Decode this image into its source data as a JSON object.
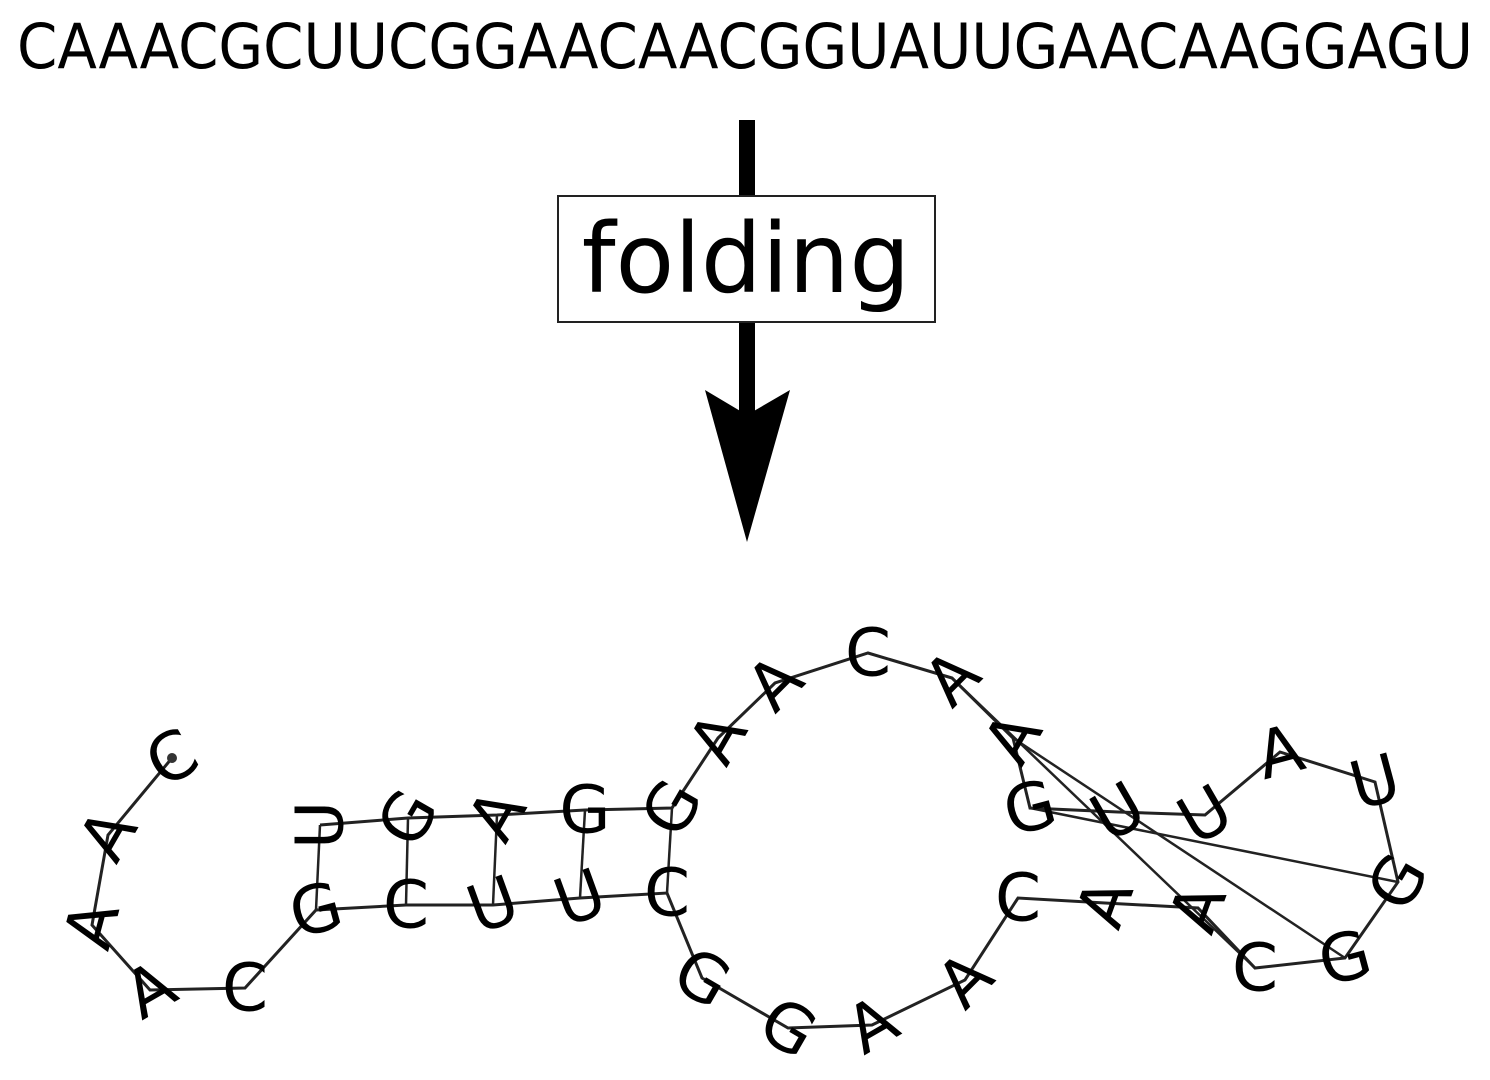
{
  "sequence": "CAAACGCUUCGGAACAACGGUAUUGAACAAGGAGU",
  "process_label": "folding",
  "structure": {
    "nucleotides": [
      "C",
      "A",
      "A",
      "A",
      "C",
      "G",
      "C",
      "U",
      "U",
      "C",
      "G",
      "G",
      "A",
      "A",
      "C",
      "A",
      "A",
      "C",
      "G",
      "G",
      "U",
      "A",
      "U",
      "U",
      "G",
      "A",
      "A",
      "C",
      "A",
      "A",
      "G",
      "G",
      "A",
      "G",
      "U"
    ],
    "base_pairs": [
      [
        5,
        34
      ],
      [
        6,
        33
      ],
      [
        7,
        32
      ],
      [
        8,
        31
      ],
      [
        9,
        30
      ],
      [
        17,
        26
      ],
      [
        18,
        25
      ],
      [
        19,
        24
      ]
    ]
  },
  "colors": {
    "ink": "#000000",
    "line": "#222222",
    "background": "#ffffff"
  }
}
